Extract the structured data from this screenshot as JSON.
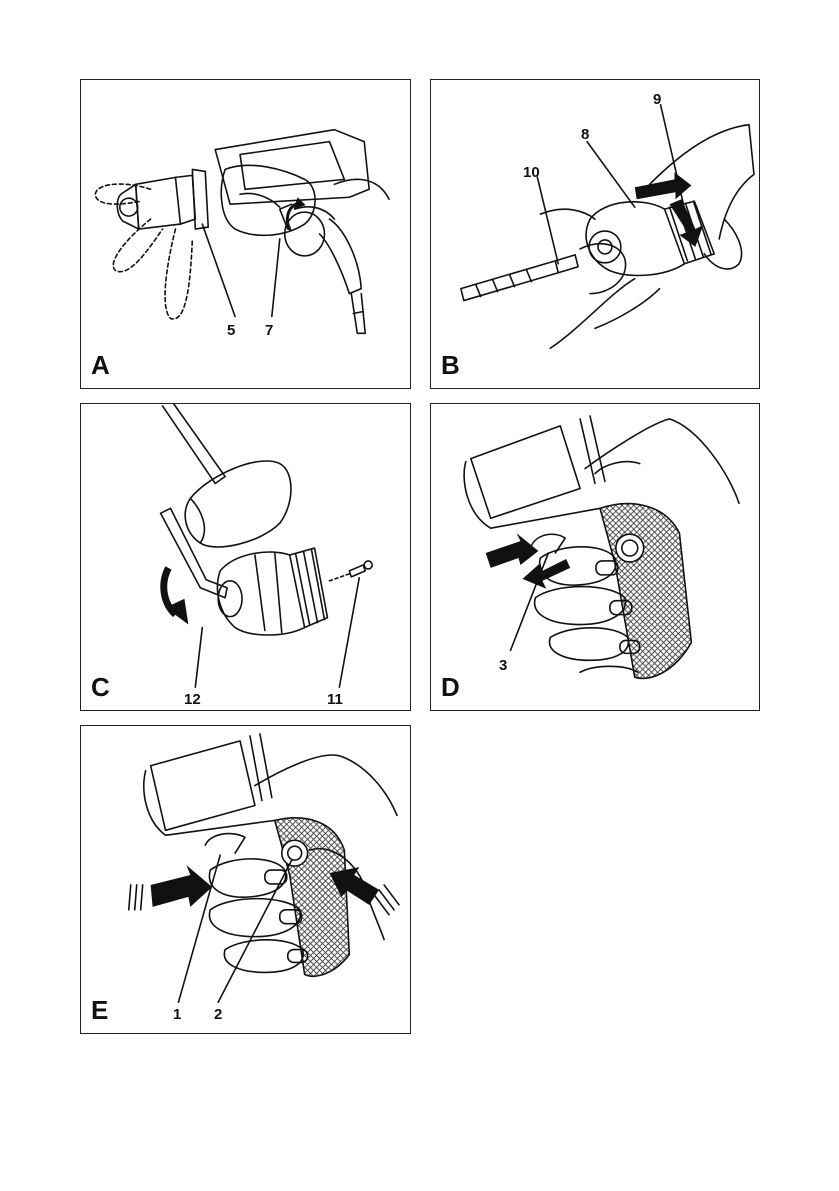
{
  "figures": [
    {
      "id": "A",
      "letter": "A",
      "callouts": [
        "5",
        "7"
      ]
    },
    {
      "id": "B",
      "letter": "B",
      "callouts": [
        "9",
        "8",
        "10"
      ]
    },
    {
      "id": "C",
      "letter": "C",
      "callouts": [
        "12",
        "11"
      ]
    },
    {
      "id": "D",
      "letter": "D",
      "callouts": [
        "3"
      ]
    },
    {
      "id": "E",
      "letter": "E",
      "callouts": [
        "1",
        "2"
      ]
    }
  ]
}
